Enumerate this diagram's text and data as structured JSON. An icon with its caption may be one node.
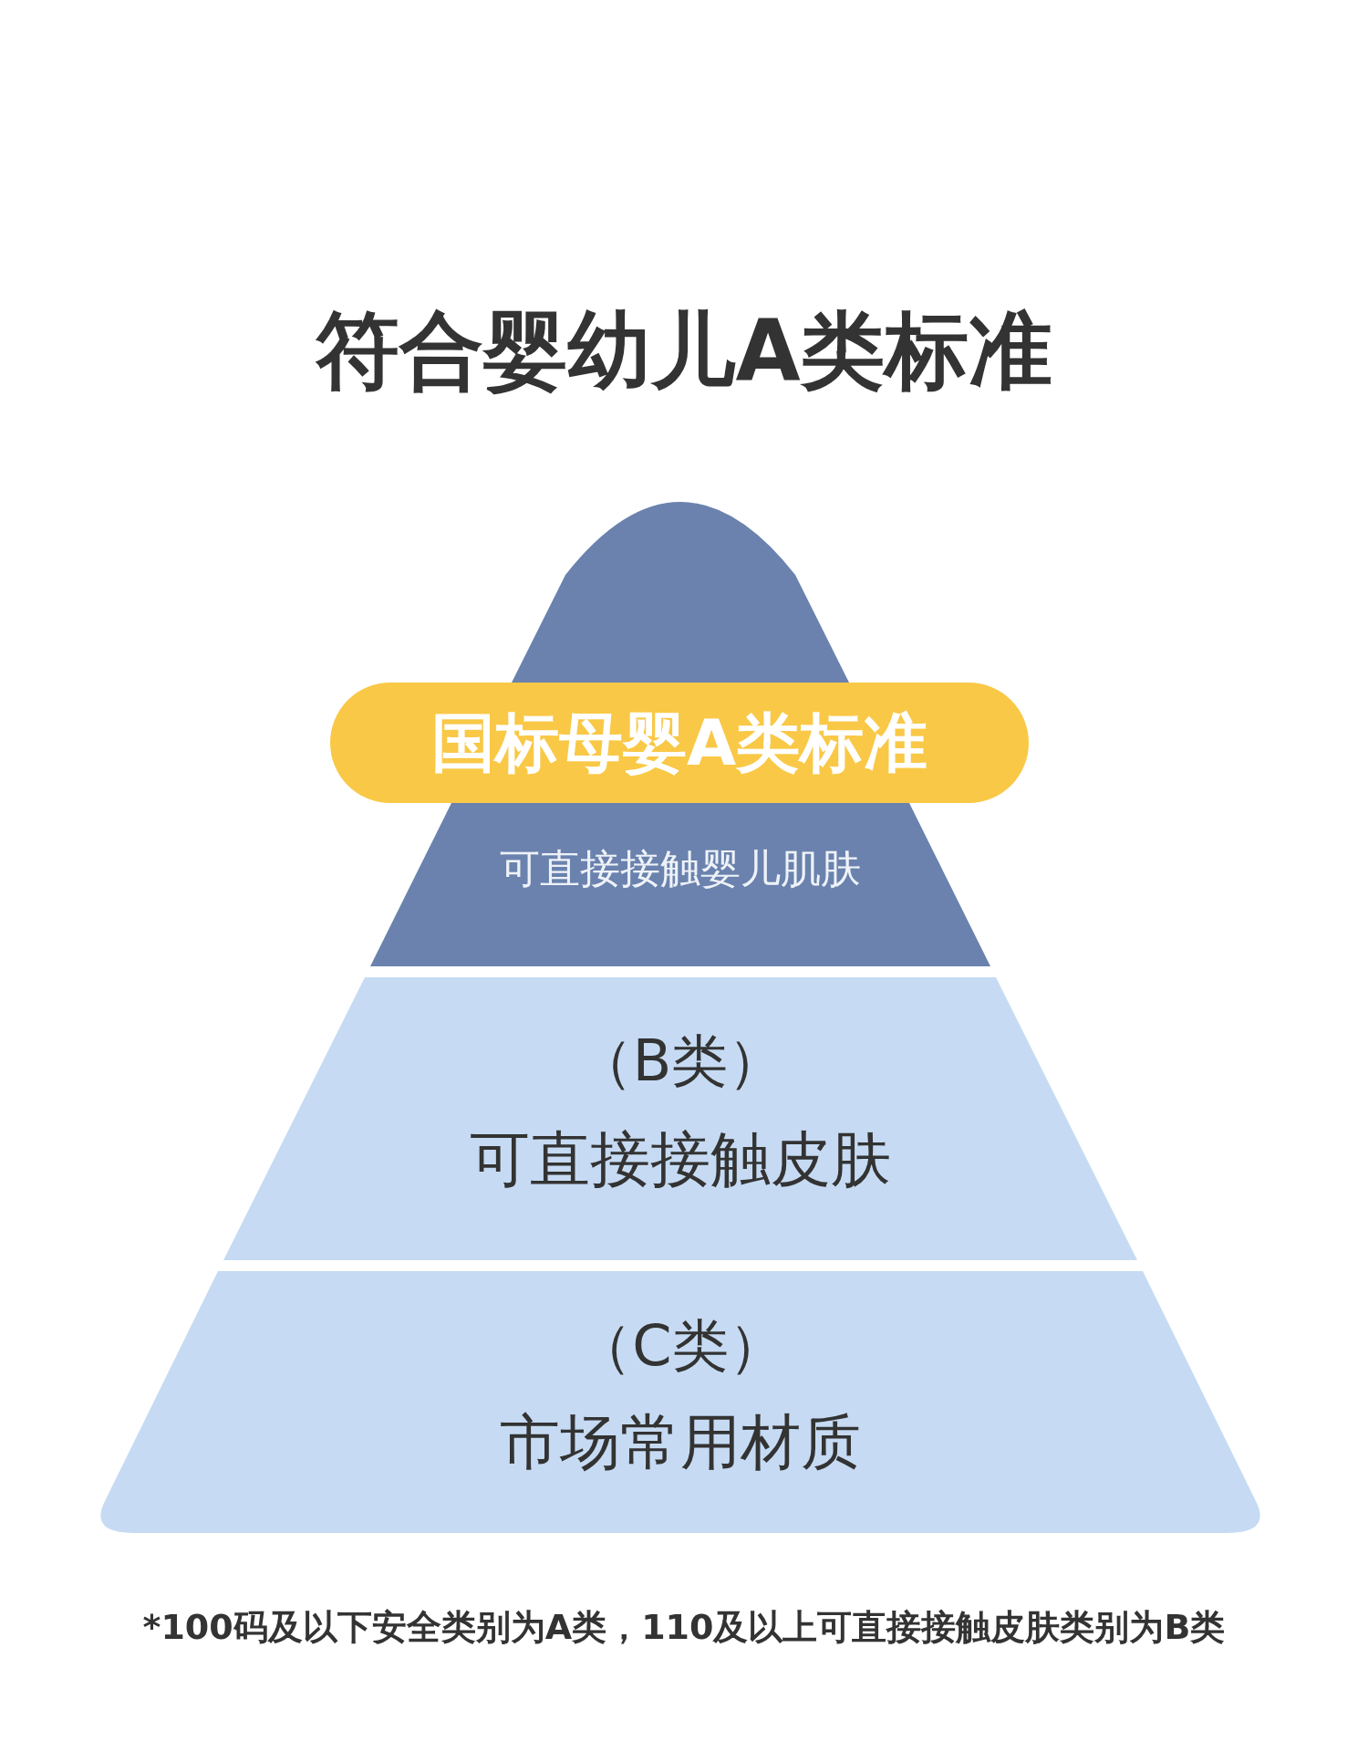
{
  "diagram": {
    "title": "符合婴幼儿A类标准",
    "nodes": [
      {
        "text": [],
        "shape": "triangle"
      },
      {
        "text": [
          "国标母婴A类标准"
        ]
      },
      {
        "text": [
          "可直接接触婴儿肌肤"
        ]
      },
      {
        "text": [
          "（B类）",
          "可直接接触皮肤"
        ]
      },
      {
        "text": [
          "（C类）",
          "市场常用材质"
        ]
      }
    ],
    "labels": [
      "*100码及以下安全类别为A类，110及以上可直接接触皮肤类别为B类"
    ]
  }
}
